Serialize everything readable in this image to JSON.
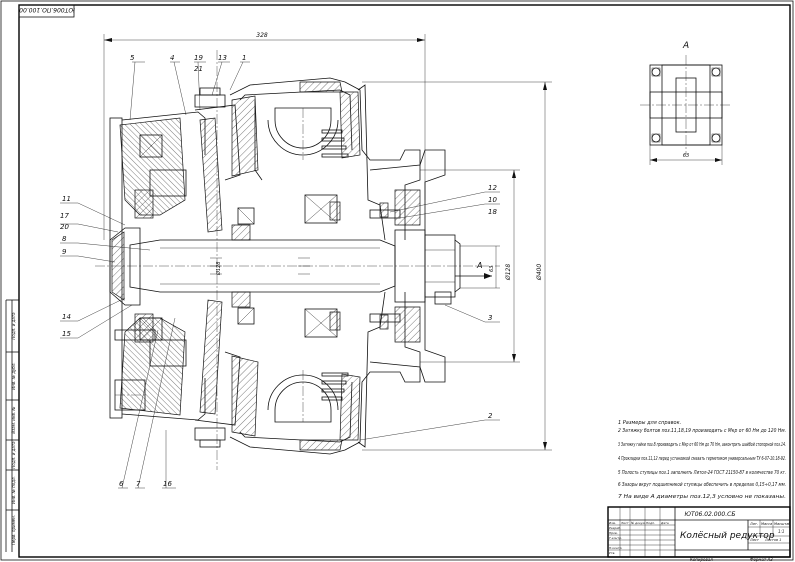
{
  "stamp_top": "ЮТ006.ПО.100.00",
  "dims": {
    "overall_width": "328",
    "view_width": "63",
    "shaft_dia": "Ø128",
    "body_dia": "Ø400",
    "small_dia": "63"
  },
  "view_label": "А",
  "section_label": "А",
  "part_callouts": [
    "5",
    "4",
    "19",
    "13",
    "1",
    "21",
    "11",
    "17",
    "20",
    "8",
    "9",
    "14",
    "15",
    "12",
    "10",
    "18",
    "3",
    "2",
    "6",
    "7",
    "16"
  ],
  "notes": [
    "1 Размеры для справок.",
    "2 Затяжку болтов поз.11,18,19 производить с Мкр от 60 Нм до 120 Нм.",
    "3 Затяжку гайки поз.8 производить с Мкр от 60 Нм до 70 Нм, законтрить шайбой стопорной поз.14.",
    "4 Прокладки поз.11,12 перед установкой смазать герметиком универсальным ТУ 6-07-10.18-92.",
    "5 Полость ступицы поз.1 заполнить Литол-24 ГОСТ 21150-87 в количестве 70 кг.",
    "6 Зазоры вкрут подшипникой ступицы обеспечить в пределах 0,15÷0,17 мм.",
    "7 На виде А диаметры поз.12,3 условно не показаны."
  ],
  "title_block": {
    "designation": "ЮТ06.02.000.СБ",
    "name": "Колёсный редуктор",
    "sheet_label": "Лит.",
    "mass_label": "Масса",
    "scale_label": "Масштаб",
    "sheet_count": "1:1",
    "sheet_field": "Лист",
    "sheets_field": "Листов 1",
    "rows": [
      "Изм.",
      "Лист",
      "№ докум.",
      "Подп.",
      "Дата",
      "Разраб.",
      "Пров.",
      "Т.контр.",
      "Н.контр.",
      "Утв."
    ],
    "copied": "Копировал",
    "format": "Формат  А3"
  },
  "side_labels": [
    "Подп. и дата",
    "Инв. № дубл.",
    "Взам. инв. №",
    "Подп. и дата",
    "Инв. № подл.",
    "Перв. примен.",
    "Справ. №"
  ]
}
